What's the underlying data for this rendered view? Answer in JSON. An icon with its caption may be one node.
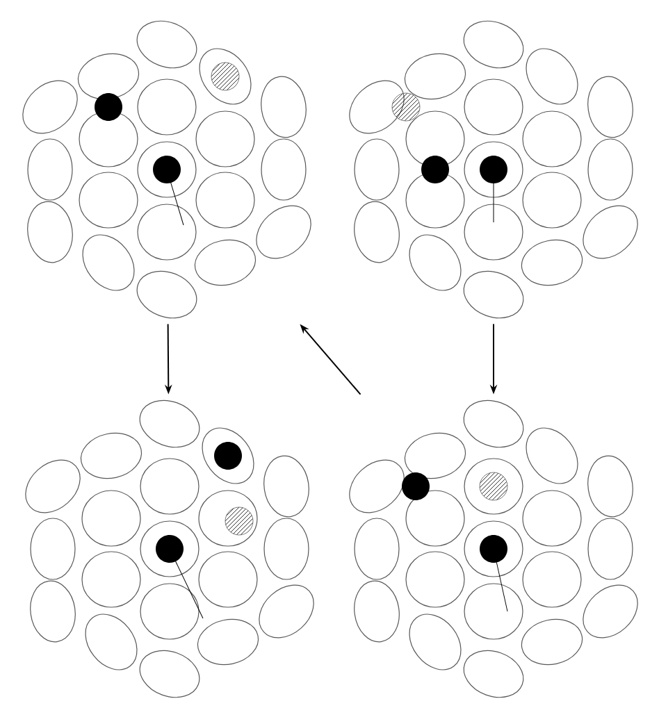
{
  "diagram": {
    "nodes": [
      {
        "text": [],
        "shape": "picture"
      },
      {
        "text": [],
        "shape": "picture"
      },
      {
        "text": [],
        "shape": "picture"
      },
      {
        "text": [],
        "shape": "picture"
      }
    ],
    "edges": [
      {
        "from": 0,
        "to": 2,
        "arrow": "to"
      },
      {
        "from": 1,
        "to": 3,
        "arrow": "to"
      },
      {
        "from": 3,
        "to": 0,
        "arrow": "to"
      }
    ]
  }
}
